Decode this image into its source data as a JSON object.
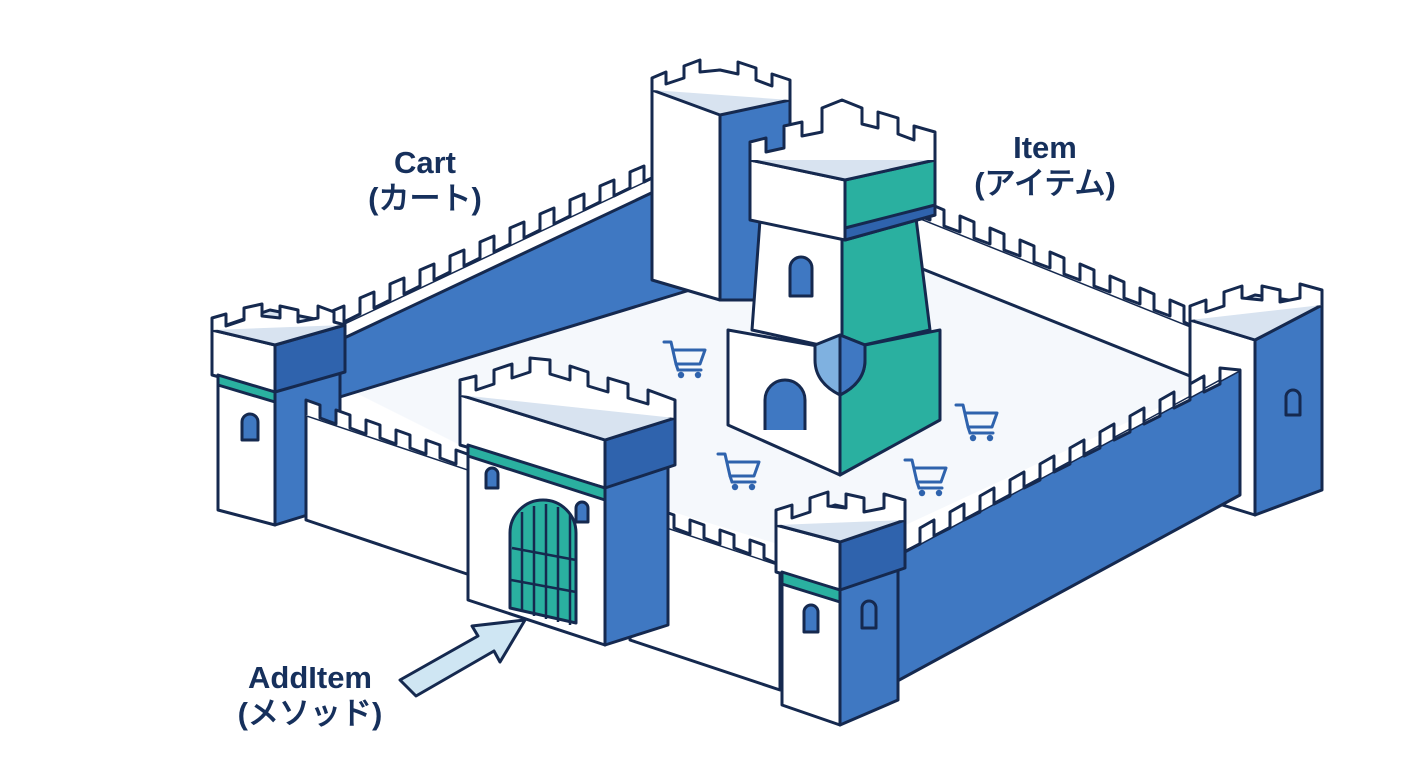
{
  "labels": {
    "cart": {
      "title": "Cart",
      "subtitle": "(カート)"
    },
    "item": {
      "title": "Item",
      "subtitle": "(アイテム)"
    },
    "additem": {
      "title": "AddItem",
      "subtitle": "(メソッド)"
    }
  },
  "colors": {
    "outline": "#15294f",
    "blue": "#3f78c2",
    "blue_dark": "#2f63ad",
    "teal": "#2ab0a0",
    "white": "#ffffff",
    "floor": "#f5f8fc",
    "arrow": "#cfe6f3"
  },
  "icons": [
    "cart-icon",
    "shield-icon",
    "arrow-icon",
    "portcullis-icon"
  ]
}
